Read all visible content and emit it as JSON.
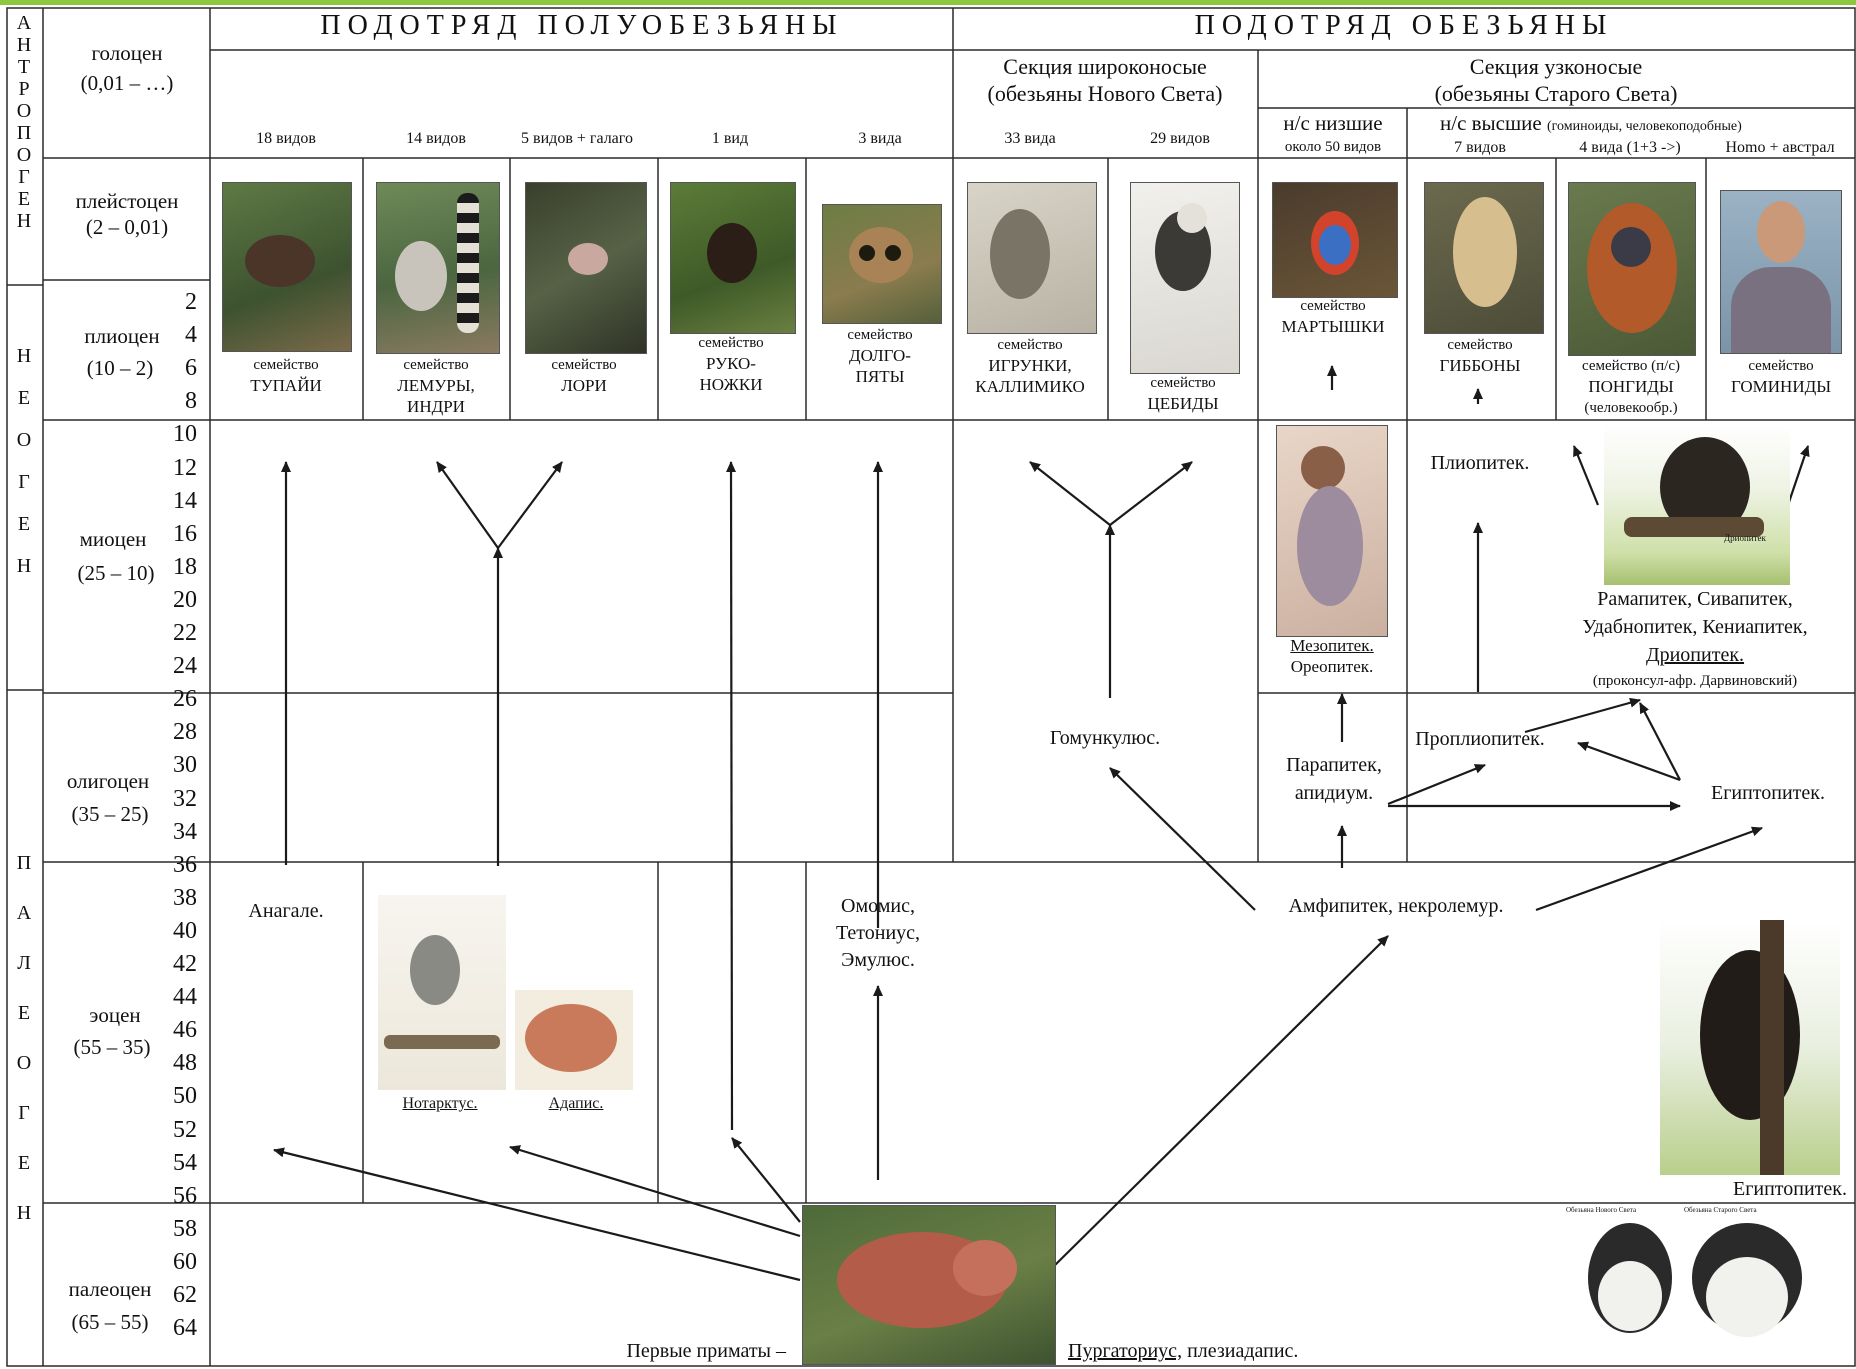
{
  "colors": {
    "line": "#2a2a2a",
    "accent_top": "#8dc63f",
    "bg": "#ffffff"
  },
  "headers": {
    "suborder_left": "ПОДОТРЯД  ПОЛУОБЕЗЬЯНЫ",
    "suborder_right": "ПОДОТРЯД  ОБЕЗЬЯНЫ"
  },
  "eras": {
    "anthropogen": "АНТРОПОГЕН",
    "neogen": "НЕОГЕН",
    "paleogen": "ПАЛЕОГЕН"
  },
  "epochs": {
    "holocene": {
      "name": "голоцен",
      "range": "(0,01 – …)"
    },
    "pleistocene": {
      "name": "плейстоцен",
      "range": "(2 – 0,01)"
    },
    "pliocene": {
      "name": "плиоцен",
      "range": "(10 – 2)"
    },
    "miocene": {
      "name": "миоцен",
      "range": "(25 – 10)"
    },
    "oligocene": {
      "name": "олигоцен",
      "range": "(35 – 25)"
    },
    "eocene": {
      "name": "эоцен",
      "range": "(55 – 35)"
    },
    "paleocene": {
      "name": "палеоцен",
      "range": "(65 – 55)"
    }
  },
  "ticks": [
    "2",
    "4",
    "6",
    "8",
    "10",
    "12",
    "14",
    "16",
    "18",
    "20",
    "22",
    "24",
    "26",
    "28",
    "30",
    "32",
    "34",
    "36",
    "38",
    "40",
    "42",
    "44",
    "46",
    "48",
    "50",
    "52",
    "54",
    "56",
    "58",
    "60",
    "62",
    "64"
  ],
  "sections": {
    "platyrrhini": {
      "line1": "Секция широконосые",
      "line2": "(обезьяны Нового Света)"
    },
    "catarrhini": {
      "line1": "Секция узконосые",
      "line2": "(обезьяны Старого Света)"
    },
    "lower": {
      "line1": "н/с низшие",
      "line2": "около 50 видов"
    },
    "higher": {
      "line1": "н/с высшие",
      "line1_small": "(гоминоиды, человекоподобные)"
    }
  },
  "counts": {
    "c1": "18 видов",
    "c2": "14 видов",
    "c3": "5 видов + галаго",
    "c4": "1 вид",
    "c5": "3 вида",
    "c6": "33 вида",
    "c7": "29 видов",
    "c9": "7 видов",
    "c10": "4 вида (1+3 ->)",
    "c11": "Homo + австрал"
  },
  "families": {
    "f1": {
      "a": "семейство",
      "b": "ТУПАЙИ"
    },
    "f2": {
      "a": "семейство",
      "b": "ЛЕМУРЫ,",
      "c": "ИНДРИ"
    },
    "f3": {
      "a": "семейство",
      "b": "ЛОРИ"
    },
    "f4": {
      "a": "семейство",
      "b": "РУКО-",
      "c": "НОЖКИ"
    },
    "f5": {
      "a": "семейство",
      "b": "ДОЛГО-",
      "c": "ПЯТЫ"
    },
    "f6": {
      "a": "семейство",
      "b": "ИГРУНКИ,",
      "c": "КАЛЛИМИКО"
    },
    "f7": {
      "a": "семейство",
      "b": "ЦЕБИДЫ"
    },
    "f8": {
      "a": "семейство",
      "b": "МАРТЫШКИ"
    },
    "f9": {
      "a": "семейство",
      "b": "ГИББОНЫ"
    },
    "f10": {
      "a": "семейство (п/с)",
      "b": "ПОНГИДЫ",
      "c": "(человекообр.)"
    },
    "f11": {
      "a": "семейство",
      "b": "ГОМИНИДЫ"
    }
  },
  "genera": {
    "anagale": "Анагале.",
    "notharctus": "Нотарктус.",
    "adapis": "Адапис.",
    "omomys": {
      "a": "Омомис,",
      "b": "Тетониус,",
      "c": "Эмулюс."
    },
    "homunculus": "Гомункулюс.",
    "mesopithecus": "Мезопитек.",
    "oreopithecus": "Ореопитек.",
    "pliopithecus": "Плиопитек.",
    "dryopithecines": {
      "a": "Рамапитек, Сивапитек,",
      "b": "Удабнопитек, Кениапитек,",
      "c": "Дриопитек.",
      "d": "(проконсул-афр. Дарвиновский)"
    },
    "parapithecus": {
      "a": "Парапитек,",
      "b": "апидиум."
    },
    "propliopithecus": "Проплиопитек.",
    "aegyptopithecus": "Египтопитек.",
    "amphipithecus": "Амфипитек, некролемур.",
    "aegyptopithecus_img": "Египтопитек.",
    "first_primates": "Первые приматы –",
    "purgatorius_u": "Пургаториус,",
    "purgatorius_rest": "плезиадапис.",
    "dryopithecus_caption": "Дриопитек"
  },
  "monkeys_caption": {
    "nw": "Обезьяна Нового Света",
    "ow": "Обезьяна Старого Света"
  },
  "icons": [
    "tree-shrew-photo",
    "lemur-photo",
    "loris-photo",
    "aye-aye-photo",
    "tarsier-photo",
    "marmoset-photo",
    "cebid-photo",
    "mandrill-photo",
    "gibbon-photo",
    "orangutan-photo",
    "human-photo",
    "mesopithecus-photo",
    "dryopithecus-photo",
    "notharctus-drawing",
    "adapis-skull",
    "purgatorius-drawing",
    "aegyptopithecus-drawing",
    "monkey-faces-drawing"
  ]
}
